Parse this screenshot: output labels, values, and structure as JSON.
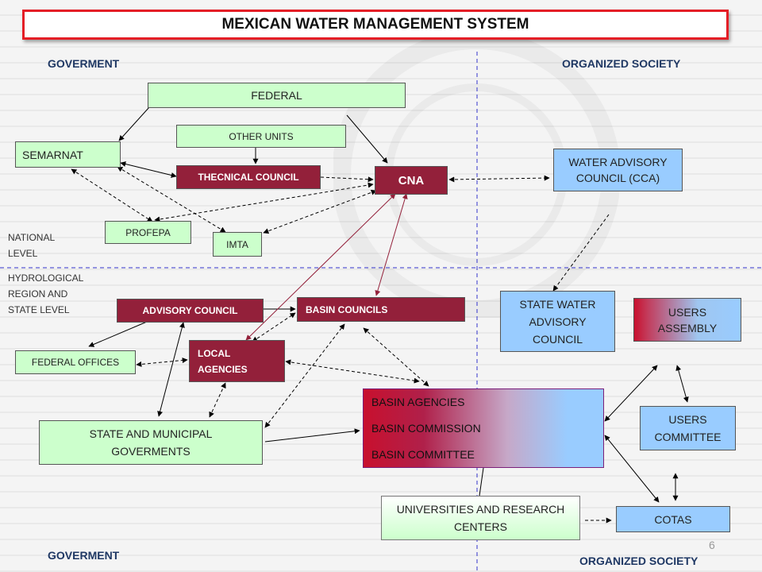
{
  "title": "MEXICAN WATER MANAGEMENT SYSTEM",
  "headers": {
    "gov_top": "GOVERMENT",
    "soc_top": "ORGANIZED SOCIETY",
    "gov_bottom": "GOVERMENT",
    "soc_bottom": "ORGANIZED SOCIETY"
  },
  "levels": {
    "national": [
      "NATIONAL",
      "LEVEL"
    ],
    "regional": [
      "HYDROLOGICAL",
      "REGION AND",
      "STATE LEVEL"
    ]
  },
  "nodes": {
    "federal": "FEDERAL",
    "other_units": "OTHER UNITS",
    "semarnat": "SEMARNAT",
    "technical_council": "THECNICAL COUNCIL",
    "cna": "CNA",
    "water_advisory": "WATER ADVISORY COUNCIL (CCA)",
    "profepa": "PROFEPA",
    "imta": "IMTA",
    "advisory_council": "ADVISORY COUNCIL",
    "basin_councils": "BASIN COUNCILS",
    "state_water_advisory": "STATE WATER ADVISORY COUNCIL",
    "users_assembly": "USERS ASSEMBLY",
    "federal_offices": "FEDERAL OFFICES",
    "local_agencies": "LOCAL AGENCIES",
    "basin_agencies": "BASIN AGENCIES",
    "basin_commission": "BASIN COMMISSION",
    "basin_committee": "BASIN COMMITTEE",
    "users_committee": "USERS COMMITTEE",
    "state_municipal": "STATE AND MUNICIPAL GOVERMENTS",
    "universities": "UNIVERSITIES AND RESEARCH CENTERS",
    "cotas": "COTAS"
  },
  "page_number": "6",
  "colors": {
    "title_border": "#e41e26",
    "green": "#ccffcc",
    "maroon": "#93203a",
    "blue": "#99ccff",
    "divider": "#3333cc"
  }
}
